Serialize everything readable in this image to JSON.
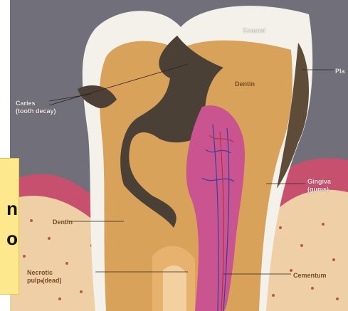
{
  "diagram": {
    "labels": {
      "enamel": "Enamel",
      "plaque": "Pla",
      "dentin_upper": "Dentin",
      "caries_line1": "Caries",
      "caries_line2": "(tooth decay)",
      "gingiva_line1": "Gingiva",
      "gingiva_line2": "(gums)",
      "dentin_lower": "Dentin",
      "necrotic_line1": "Necrotic",
      "necrotic_line2": "pulp (dead)",
      "cementum": "Cementum"
    },
    "colors": {
      "background": "#6f6e79",
      "enamel": "#f4f1ea",
      "dentin": "#d9a25a",
      "decay": "#4a4035",
      "pulp": "#c9548f",
      "gums": "#c44a6d",
      "bone": "#f0d2a8"
    }
  },
  "overlay": {
    "line1": "n",
    "line2": "o"
  }
}
